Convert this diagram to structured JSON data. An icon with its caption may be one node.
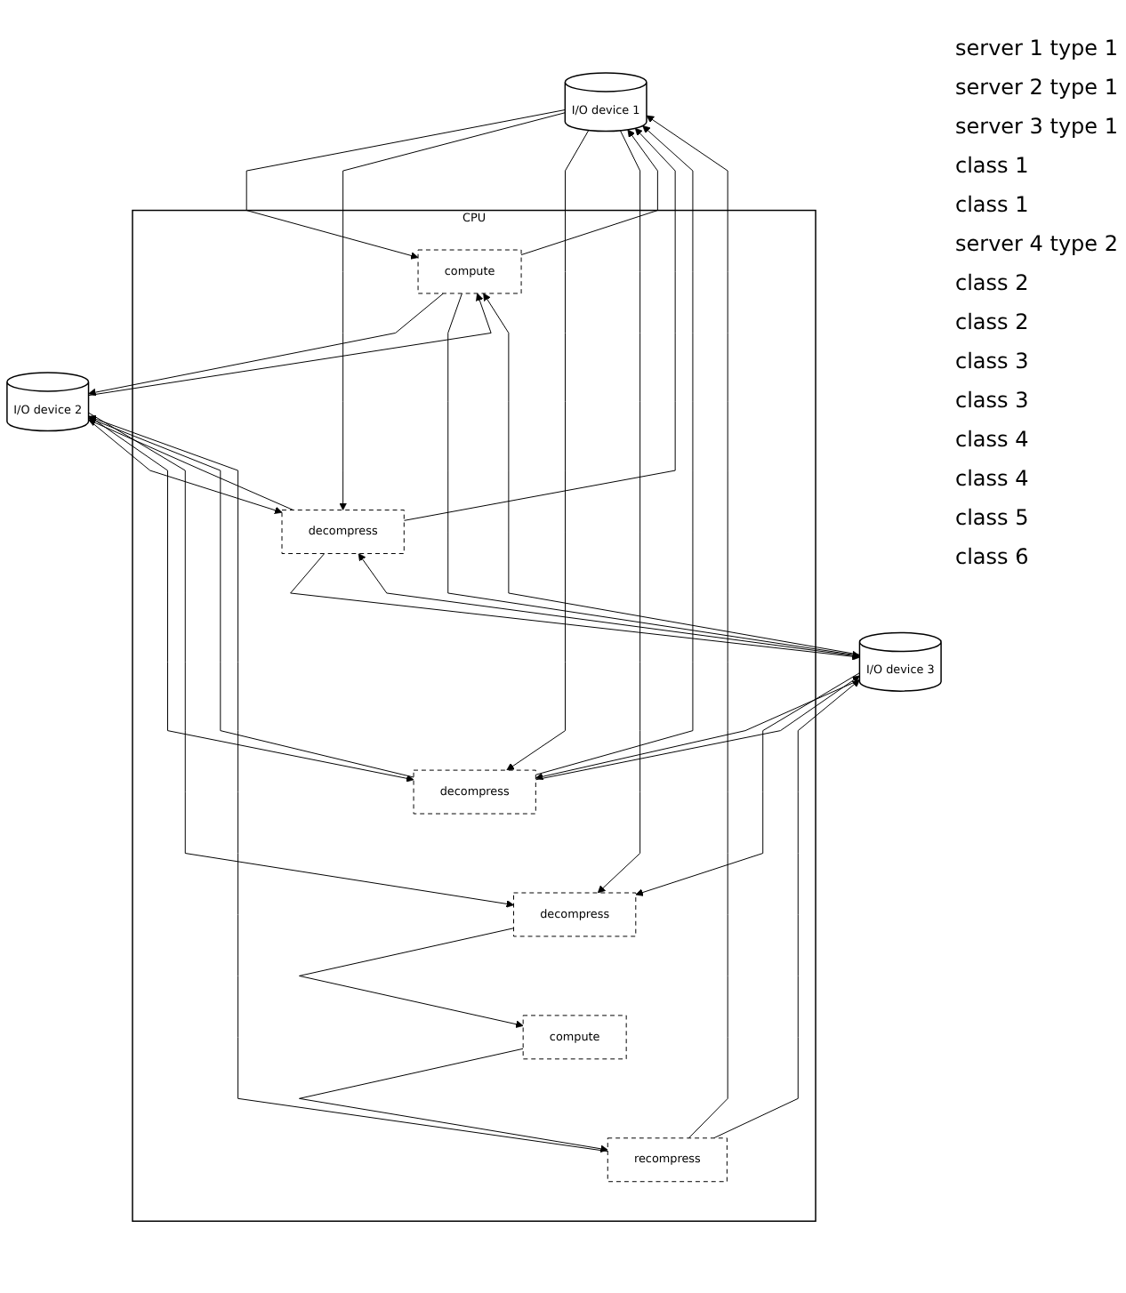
{
  "diagram": {
    "nodes": [
      {
        "text": [
          "I/O device 1"
        ]
      },
      {
        "text": [
          "I/O device 2"
        ]
      },
      {
        "text": [
          "I/O device 3"
        ]
      },
      {
        "text": [
          "CPU"
        ]
      },
      {
        "text": [
          "compute"
        ],
        "in": 3
      },
      {
        "text": [
          "decompress"
        ],
        "in": 3
      },
      {
        "text": [
          "decompress"
        ],
        "in": 3
      },
      {
        "text": [
          "decompress"
        ],
        "in": 3
      },
      {
        "text": [
          "compute"
        ],
        "in": 3
      },
      {
        "text": [
          "recompress"
        ],
        "in": 3
      }
    ],
    "edges": [
      {
        "from": 0,
        "to": 4,
        "arrow": "to"
      },
      {
        "from": 0,
        "to": 5,
        "arrow": "to"
      },
      {
        "from": 0,
        "to": 6,
        "arrow": "to"
      },
      {
        "from": 0,
        "to": 7,
        "arrow": "to"
      },
      {
        "from": 1,
        "to": 4,
        "arrow": "to"
      },
      {
        "from": 1,
        "to": 5,
        "arrow": "to"
      },
      {
        "from": 1,
        "to": 6,
        "arrow": "to"
      },
      {
        "from": 1,
        "to": 7,
        "arrow": "to"
      },
      {
        "from": 2,
        "to": 4,
        "arrow": "to"
      },
      {
        "from": 2,
        "to": 5,
        "arrow": "to"
      },
      {
        "from": 2,
        "to": 6,
        "arrow": "to"
      },
      {
        "from": 2,
        "to": 7,
        "arrow": "to"
      },
      {
        "from": 4,
        "to": 0,
        "arrow": "to"
      },
      {
        "from": 4,
        "to": 1,
        "arrow": "to"
      },
      {
        "from": 4,
        "to": 2,
        "arrow": "to"
      },
      {
        "from": 5,
        "to": 0,
        "arrow": "to"
      },
      {
        "from": 5,
        "to": 1,
        "arrow": "to"
      },
      {
        "from": 5,
        "to": 2,
        "arrow": "to"
      },
      {
        "from": 6,
        "to": 0,
        "arrow": "to"
      },
      {
        "from": 6,
        "to": 1,
        "arrow": "to"
      },
      {
        "from": 6,
        "to": 2,
        "arrow": "to"
      },
      {
        "from": 9,
        "to": 0,
        "arrow": "to"
      },
      {
        "from": 9,
        "to": 1,
        "arrow": "to"
      },
      {
        "from": 9,
        "to": 2,
        "arrow": "to"
      },
      {
        "from": 7,
        "to": 8,
        "arrow": "to"
      },
      {
        "from": 8,
        "to": 9,
        "arrow": "to"
      }
    ],
    "labels": [
      "server 1 type 1",
      "server 2 type 1",
      "server 3 type 1",
      "class 1",
      "class 1",
      "server 4 type 2",
      "class 2",
      "class 2",
      "class 3",
      "class 3",
      "class 4",
      "class 4",
      "class 5",
      "class 6"
    ]
  }
}
